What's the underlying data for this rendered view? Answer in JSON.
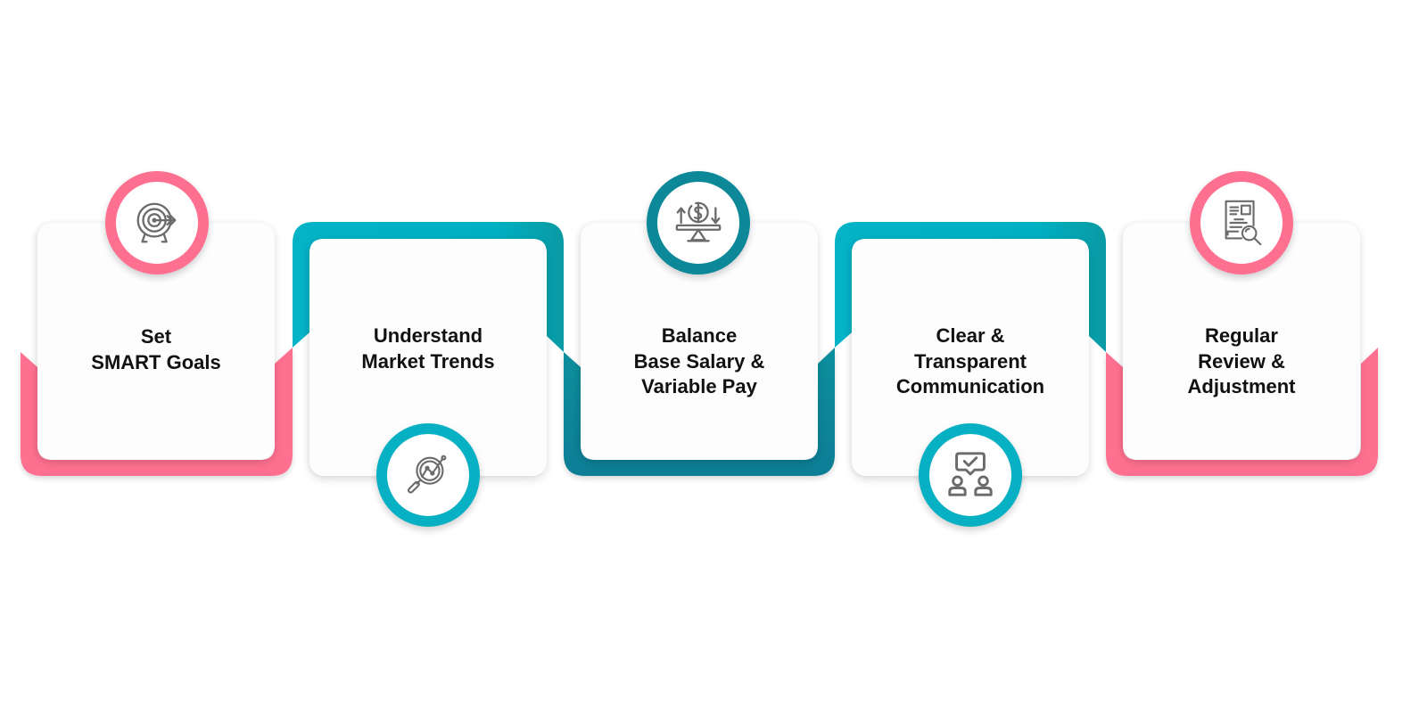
{
  "diagram": {
    "type": "process-steps",
    "colors": {
      "pink": "#FF6F8E",
      "teal_light": "#00B1C4",
      "teal_dark": "#087E96",
      "card": "#FDFDFE",
      "text": "#111111",
      "icon_stroke": "#6B6B6B"
    },
    "steps": [
      {
        "id": 1,
        "lines": [
          "Set",
          "SMART Goals"
        ],
        "icon": "target-arrow-icon",
        "accent": "pink",
        "icon_position": "top"
      },
      {
        "id": 2,
        "lines": [
          "Understand",
          "Market Trends"
        ],
        "icon": "magnifier-trend-icon",
        "accent": "teal_light",
        "icon_position": "bottom"
      },
      {
        "id": 3,
        "lines": [
          "Balance",
          "Base Salary &",
          "Variable Pay"
        ],
        "icon": "balance-dollar-icon",
        "accent": "teal_dark",
        "icon_position": "top"
      },
      {
        "id": 4,
        "lines": [
          "Clear &",
          "Transparent",
          "Communication"
        ],
        "icon": "chat-people-icon",
        "accent": "teal_light",
        "icon_position": "bottom"
      },
      {
        "id": 5,
        "lines": [
          "Regular",
          "Review &",
          "Adjustment"
        ],
        "icon": "document-search-icon",
        "accent": "pink",
        "icon_position": "top"
      }
    ]
  }
}
